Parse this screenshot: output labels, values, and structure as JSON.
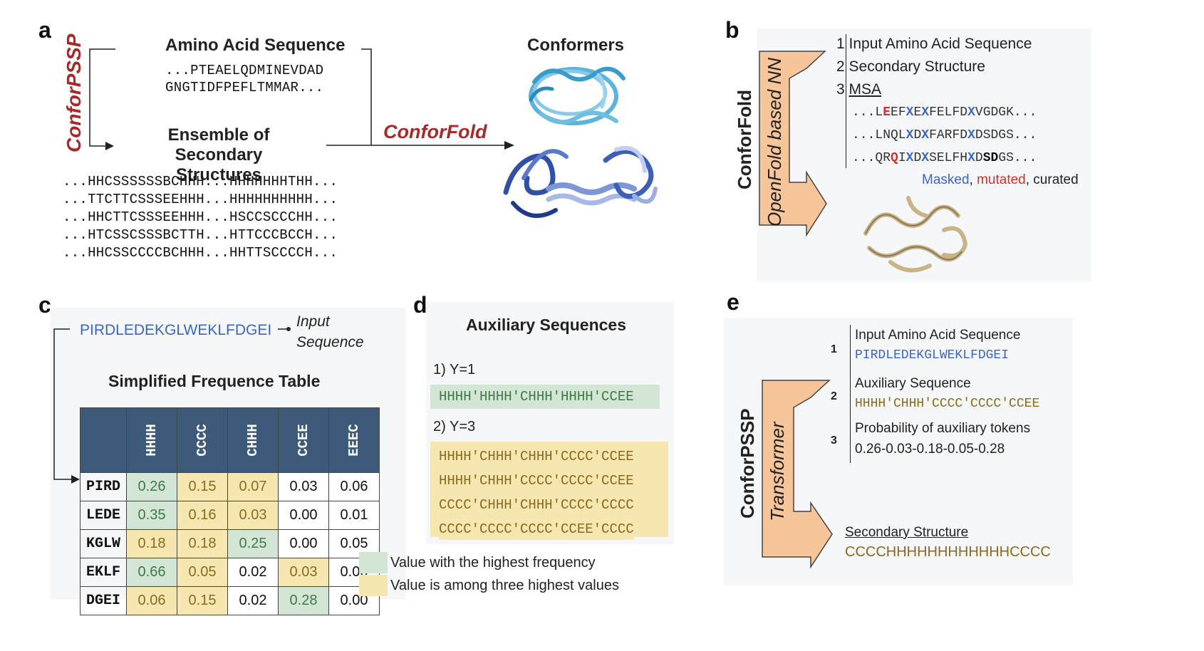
{
  "panel_a": {
    "label": "a",
    "side_label": "ConforPSSP",
    "amino_title": "Amino Acid Sequence",
    "amino_lines": [
      "...PTEAELQDMINEVDAD",
      "GNGTIDFPEFLTMMAR..."
    ],
    "ensemble_title_1": "Ensemble of",
    "ensemble_title_2": "Secondary Structures",
    "ss_lines": [
      "...HHCSSSSSSBCHHH...HHHHHHHTHH...",
      "...TTCTTCSSSEEHHH...HHHHHHHHHH...",
      "...HHCTTCSSSEEHHH...HSCCSCCCHH...",
      "...HTCSSCSSSBCTTH...HTTCCCBCCH...",
      "...HHCSSCCCCBCHHH...HHTTSCCCCH..."
    ],
    "arrow_label": "ConforFold",
    "conformers_title": "Conformers"
  },
  "panel_b": {
    "label": "b",
    "side_label": "ConforFold",
    "arrow_label": "OpenFold based NN",
    "items": [
      {
        "num": "1",
        "text": "Input Amino Acid Sequence"
      },
      {
        "num": "2",
        "text": "Secondary Structure"
      },
      {
        "num": "3",
        "text": "MSA"
      }
    ],
    "msa_lines": [
      [
        {
          "t": "...L",
          "c": ""
        },
        {
          "t": "E",
          "c": "red-b"
        },
        {
          "t": "EF",
          "c": ""
        },
        {
          "t": "X",
          "c": "blue-b"
        },
        {
          "t": "E",
          "c": ""
        },
        {
          "t": "X",
          "c": "blue-b"
        },
        {
          "t": "FELFD",
          "c": ""
        },
        {
          "t": "X",
          "c": "blue-b"
        },
        {
          "t": "VGDGK...",
          "c": ""
        }
      ],
      [
        {
          "t": "...LNQL",
          "c": ""
        },
        {
          "t": "X",
          "c": "blue-b"
        },
        {
          "t": "D",
          "c": ""
        },
        {
          "t": "X",
          "c": "blue-b"
        },
        {
          "t": "FARFD",
          "c": ""
        },
        {
          "t": "X",
          "c": "blue-b"
        },
        {
          "t": "DSDGS...",
          "c": ""
        }
      ],
      [
        {
          "t": "...QR",
          "c": ""
        },
        {
          "t": "Q",
          "c": "red-b"
        },
        {
          "t": "I",
          "c": ""
        },
        {
          "t": "X",
          "c": "blue-b"
        },
        {
          "t": "D",
          "c": ""
        },
        {
          "t": "X",
          "c": "blue-b"
        },
        {
          "t": "SELFH",
          "c": ""
        },
        {
          "t": "X",
          "c": "blue-b"
        },
        {
          "t": "D",
          "c": ""
        },
        {
          "t": "SD",
          "c": "blk-b"
        },
        {
          "t": "GS...",
          "c": ""
        }
      ]
    ],
    "legend_masked": "Masked",
    "legend_sep1": ", ",
    "legend_mutated": "mutated",
    "legend_sep2": ", curated"
  },
  "panel_c": {
    "label": "c",
    "input_seq": "PIRDLEDEKGLWEKLFDGEI",
    "input_label_1": "Input",
    "input_label_2": "Sequence",
    "table_title": "Simplified Frequence Table",
    "columns": [
      "HHHH",
      "CCCC",
      "CHHH",
      "CCEE",
      "EEEC"
    ],
    "rows": [
      {
        "name": "PIRD",
        "values": [
          "0.26",
          "0.15",
          "0.07",
          "0.03",
          "0.06"
        ],
        "colors": [
          "g",
          "y",
          "y",
          "w",
          "w"
        ]
      },
      {
        "name": "LEDE",
        "values": [
          "0.35",
          "0.16",
          "0.03",
          "0.00",
          "0.01"
        ],
        "colors": [
          "g",
          "y",
          "y",
          "w",
          "w"
        ]
      },
      {
        "name": "KGLW",
        "values": [
          "0.18",
          "0.18",
          "0.25",
          "0.00",
          "0.05"
        ],
        "colors": [
          "y",
          "y",
          "g",
          "w",
          "w"
        ]
      },
      {
        "name": "EKLF",
        "values": [
          "0.66",
          "0.05",
          "0.02",
          "0.03",
          "0.00"
        ],
        "colors": [
          "g",
          "y",
          "w",
          "y",
          "w"
        ]
      },
      {
        "name": "DGEI",
        "values": [
          "0.06",
          "0.15",
          "0.02",
          "0.28",
          "0.00"
        ],
        "colors": [
          "y",
          "y",
          "w",
          "g",
          "w"
        ]
      }
    ],
    "legend_green": "Value with the highest frequency",
    "legend_yellow": "Value is among three highest values"
  },
  "panel_d": {
    "label": "d",
    "title": "Auxiliary Sequences",
    "case1": "1) Y=1",
    "case1_seq": "HHHH'HHHH'CHHH'HHHH'CCEE",
    "case2": "2) Y=3",
    "case2_seqs": [
      "HHHH'CHHH'CHHH'CCCC'CCEE",
      "HHHH'CHHH'CCCC'CCCC'CCEE",
      "CCCC'CHHH'CHHH'CCCC'CCCC",
      "CCCC'CCCC'CCCC'CCEE'CCCC"
    ]
  },
  "panel_e": {
    "label": "e",
    "side_label": "ConforPSSP",
    "arrow_label": "Transformer",
    "n1": "1",
    "item1_title": "Input Amino Acid Sequence",
    "item1_value": "PIRDLEDEKGLWEKLFDGEI",
    "n2": "2",
    "item2_title": "Auxiliary Sequence",
    "item2_value": "HHHH'CHHH'CCCC'CCCC'CCEE",
    "n3": "3",
    "item3_title": "Probability of auxiliary tokens",
    "item3_value": "0.26-0.03-0.18-0.05-0.28",
    "output_title": "Secondary Structure",
    "output_value": "CCCCHHHHHHHHHHHHCCCC"
  },
  "colors": {
    "accent_red": "#a52a2a",
    "arrow_fill": "#f6c69a",
    "table_header": "#3d5a7a",
    "green_cell": "#d3e6d6",
    "yellow_cell": "#f6e7b0",
    "blue_seq": "#3b66c4",
    "brown_seq": "#8a6a1e"
  }
}
